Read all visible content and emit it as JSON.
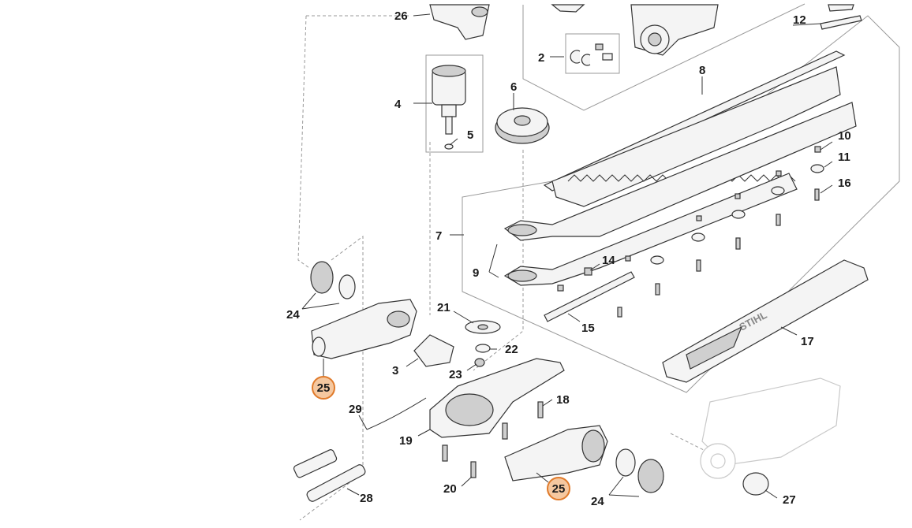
{
  "callouts": [
    {
      "id": "26",
      "label": "26"
    },
    {
      "id": "12",
      "label": "12"
    },
    {
      "id": "2",
      "label": "2"
    },
    {
      "id": "4",
      "label": "4"
    },
    {
      "id": "5",
      "label": "5"
    },
    {
      "id": "6",
      "label": "6"
    },
    {
      "id": "8",
      "label": "8"
    },
    {
      "id": "10",
      "label": "10"
    },
    {
      "id": "11",
      "label": "11"
    },
    {
      "id": "16",
      "label": "16"
    },
    {
      "id": "7",
      "label": "7"
    },
    {
      "id": "9",
      "label": "9"
    },
    {
      "id": "14",
      "label": "14"
    },
    {
      "id": "15",
      "label": "15"
    },
    {
      "id": "17",
      "label": "17"
    },
    {
      "id": "24a",
      "label": "24"
    },
    {
      "id": "21",
      "label": "21"
    },
    {
      "id": "22",
      "label": "22"
    },
    {
      "id": "3",
      "label": "3"
    },
    {
      "id": "23",
      "label": "23"
    },
    {
      "id": "29",
      "label": "29"
    },
    {
      "id": "18",
      "label": "18"
    },
    {
      "id": "19",
      "label": "19"
    },
    {
      "id": "20",
      "label": "20"
    },
    {
      "id": "28",
      "label": "28"
    },
    {
      "id": "24b",
      "label": "24"
    },
    {
      "id": "27",
      "label": "27"
    }
  ],
  "highlighted": [
    {
      "id": "25a",
      "label": "25"
    },
    {
      "id": "25b",
      "label": "25"
    }
  ],
  "blade_brand": "STIHL",
  "colors": {
    "highlight_fill": "#f5c8a0",
    "highlight_stroke": "#e07a2a",
    "line": "#333333",
    "ghost": "#c9c9c9"
  }
}
